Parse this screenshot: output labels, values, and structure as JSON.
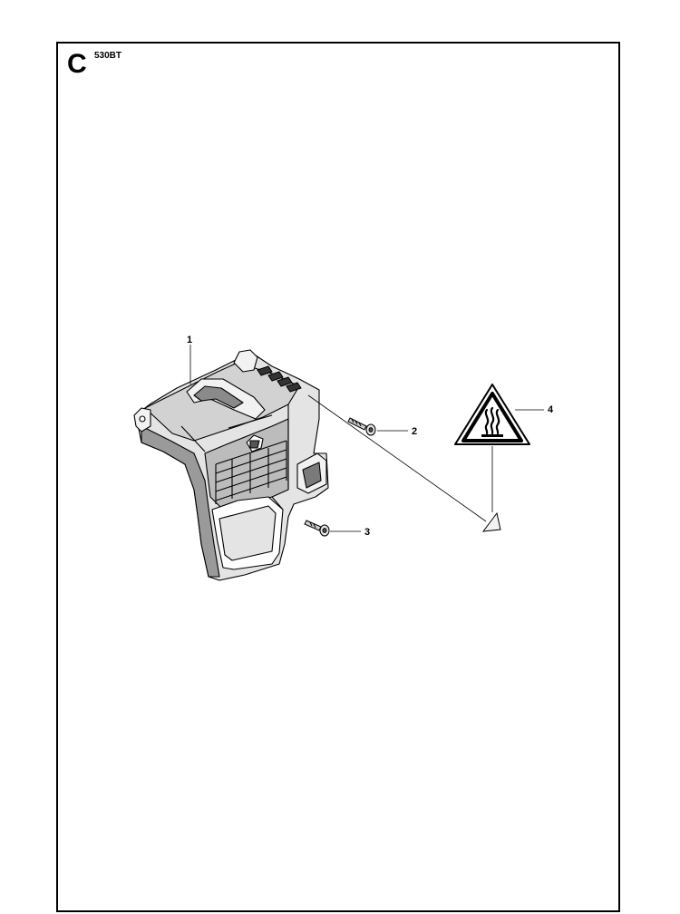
{
  "page": {
    "section_letter": "C",
    "model": "530BT"
  },
  "callouts": [
    {
      "number": "1",
      "part": "cylinder-cover"
    },
    {
      "number": "2",
      "part": "screw-long"
    },
    {
      "number": "3",
      "part": "screw-short"
    },
    {
      "number": "4",
      "part": "warning-label-hot-surface"
    }
  ]
}
